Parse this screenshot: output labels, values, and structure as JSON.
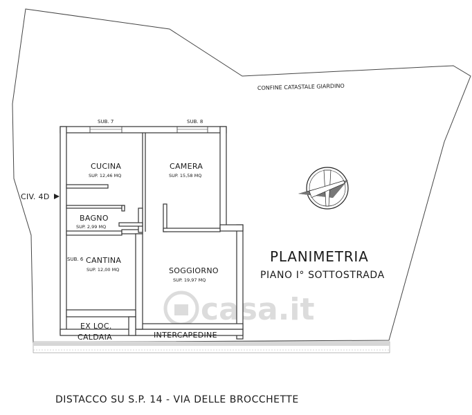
{
  "boundary_label": "CONFINE CATASTALE GIARDINO",
  "title": "PLANIMETRIA",
  "subtitle": "PIANO I° SOTTOSTRADA",
  "entrance_label": "CIV. 4D",
  "sub_labels": {
    "sub7": "SUB. 7",
    "sub8": "SUB. 8",
    "sub6": "SUB. 6"
  },
  "rooms": {
    "cucina": {
      "name": "CUCINA",
      "area": "SUP. 12,46 MQ"
    },
    "camera": {
      "name": "CAMERA",
      "area": "SUP. 15,58 MQ"
    },
    "bagno": {
      "name": "BAGNO",
      "area": "SUP. 2,99 MQ"
    },
    "cantina": {
      "name": "CANTINA",
      "area": "SUP. 12,00 MQ"
    },
    "soggiorno": {
      "name": "SOGGIORNO",
      "area": "SUP. 19,97 MQ"
    }
  },
  "ex_locale": {
    "line1": "EX LOC.",
    "line2": "CALDAIA"
  },
  "intercapedine": "INTERCAPEDINE",
  "watermark": "casa.it",
  "footer": "DISTACCO SU S.P. 14  -  VIA DELLE BROCCHETTE"
}
